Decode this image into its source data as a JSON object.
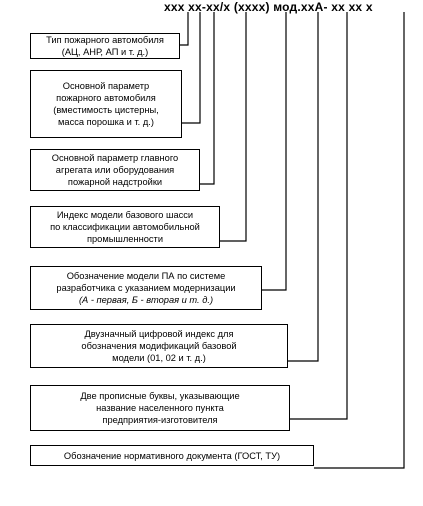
{
  "designation": {
    "g1": "xxx",
    "g2": "xx-xx/x",
    "g3": "(xxxx)",
    "g4": "мод.xxA-",
    "g5": "xx",
    "g6": "xx",
    "g7": "x"
  },
  "boxes": [
    {
      "text": "Тип пожарного автомобиля\n(АЦ, АНР, АП и т. д.)"
    },
    {
      "text": "Основной параметр\nпожарного автомобиля\n(вместимость цистерны,\nмасса порошка и т. д.)"
    },
    {
      "text": "Основной параметр главного\nагрегата или оборудования\nпожарной надстройки"
    },
    {
      "text": "Индекс модели базового шасси\nпо классификации автомобильной\nпромышленности"
    },
    {
      "text": "Обозначение модели ПА по системе\nразработчика с указанием модернизации",
      "note": "(А - первая, Б - вторая и т. д.)"
    },
    {
      "text": "Двузначный цифровой индекс для\nобозначения модификаций базовой\nмодели (01, 02 и т. д.)"
    },
    {
      "text": "Две прописные буквы, указывающие\nназвание населенного пункта\nпредприятия-изготовителя"
    },
    {
      "text": "Обозначение нормативного документа (ГОСТ, ТУ)"
    }
  ]
}
